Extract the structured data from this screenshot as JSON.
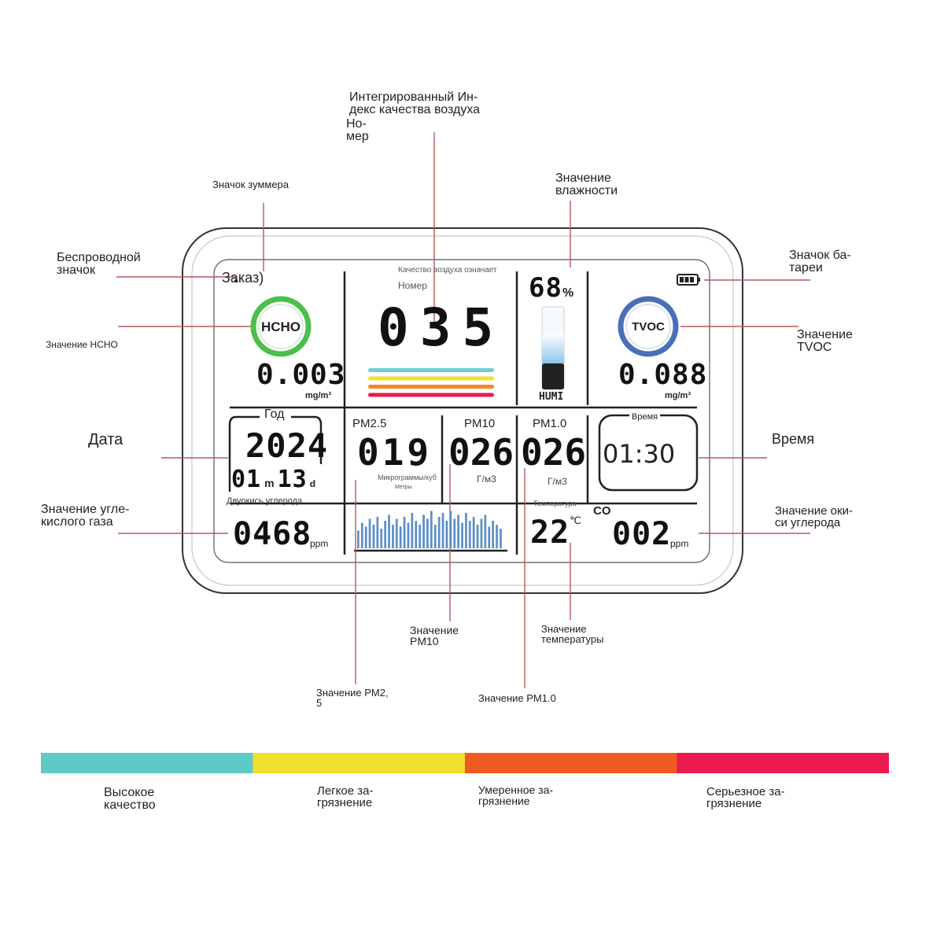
{
  "callouts": {
    "aqi": "Интегрированный Ин-\nдекс качества воздуха",
    "aqi_num": "Но-\nмер",
    "buzzer": "Значок зуммера",
    "humidity": "Значение\nвлажности",
    "wireless": "Беспроводной\nзначок",
    "battery": "Значок ба-\nтареи",
    "hcho": "Значение HCHO",
    "tvoc": "Значение\nTVOC",
    "date": "Дата",
    "time": "Время",
    "co2": "Значение угле-\nкислого газа",
    "co": "Значение оки-\nси углерода",
    "pm10": "Значение\nPM10",
    "temperature": "Значение\nтемпературы",
    "pm25": "Значение PM2,\n5",
    "pm1": "Значение PM1.0"
  },
  "screen": {
    "order_label": "Заказ)",
    "aqi_caption": "Качество воздуха означает",
    "aqi_sub": "Номер",
    "aqi_value": "035",
    "humidity_value": "68",
    "humidity_unit": "%",
    "humidity_fill": 0.68,
    "humi_label": "HUMI",
    "hcho_badge": "HCHO",
    "hcho_value": "0.003",
    "hcho_unit": "mg/m³",
    "tvoc_badge": "TVOC",
    "tvoc_value": "0.088",
    "tvoc_unit": "mg/m³",
    "year_label": "Год",
    "year_value": "2024",
    "month_value": "01",
    "month_unit": "m",
    "day_value": "13",
    "day_unit": "d",
    "pm25_label": "PM2.5",
    "pm25_value": "019",
    "pm25_unit": "Микрограммы/куб",
    "pm25_unit2": "Метры",
    "pm10_label": "PM10",
    "pm10_value": "026",
    "pm10_unit": "Г/м3",
    "pm1_label": "PM1.0",
    "pm1_value": "026",
    "pm1_unit": "Г/м3",
    "time_label": "Время",
    "time_value": "01:30",
    "co2_label": "Двуокись углерода",
    "co2_value": "0468",
    "co2_unit": "ppm",
    "temp_label": "Температура",
    "temp_value": "22",
    "temp_unit": "℃",
    "co_label": "CO",
    "co_value": "002",
    "co_unit": "ppm"
  },
  "colors": {
    "teal": "#5ecac6",
    "yellow": "#f0df2c",
    "orange": "#ef5a22",
    "crimson": "#ec1a4e",
    "green": "#4cbf4a",
    "blue": "#4a6fb8",
    "bars": "#5a8ec9"
  },
  "aqi_bar_colors": [
    "#6cd0d0",
    "#f3e12e",
    "#f5862a",
    "#ec1a4e"
  ],
  "histogram": [
    0.45,
    0.65,
    0.55,
    0.75,
    0.6,
    0.8,
    0.5,
    0.7,
    0.85,
    0.6,
    0.75,
    0.55,
    0.8,
    0.65,
    0.9,
    0.7,
    0.6,
    0.85,
    0.75,
    0.95,
    0.6,
    0.8,
    0.9,
    0.7,
    0.95,
    0.75,
    0.85,
    0.65,
    0.9,
    0.7,
    0.8,
    0.6,
    0.75,
    0.85,
    0.55,
    0.7,
    0.6,
    0.5
  ],
  "legend": [
    {
      "label": "Высокое\nкачество",
      "color": "#5ecac6"
    },
    {
      "label": "Легкое за-\nгрязнение",
      "color": "#f0df2c"
    },
    {
      "label": "Умеренное за-\nгрязнение",
      "color": "#ef5a22"
    },
    {
      "label": "Серьезное за-\nгрязнение",
      "color": "#ec1a4e"
    }
  ]
}
